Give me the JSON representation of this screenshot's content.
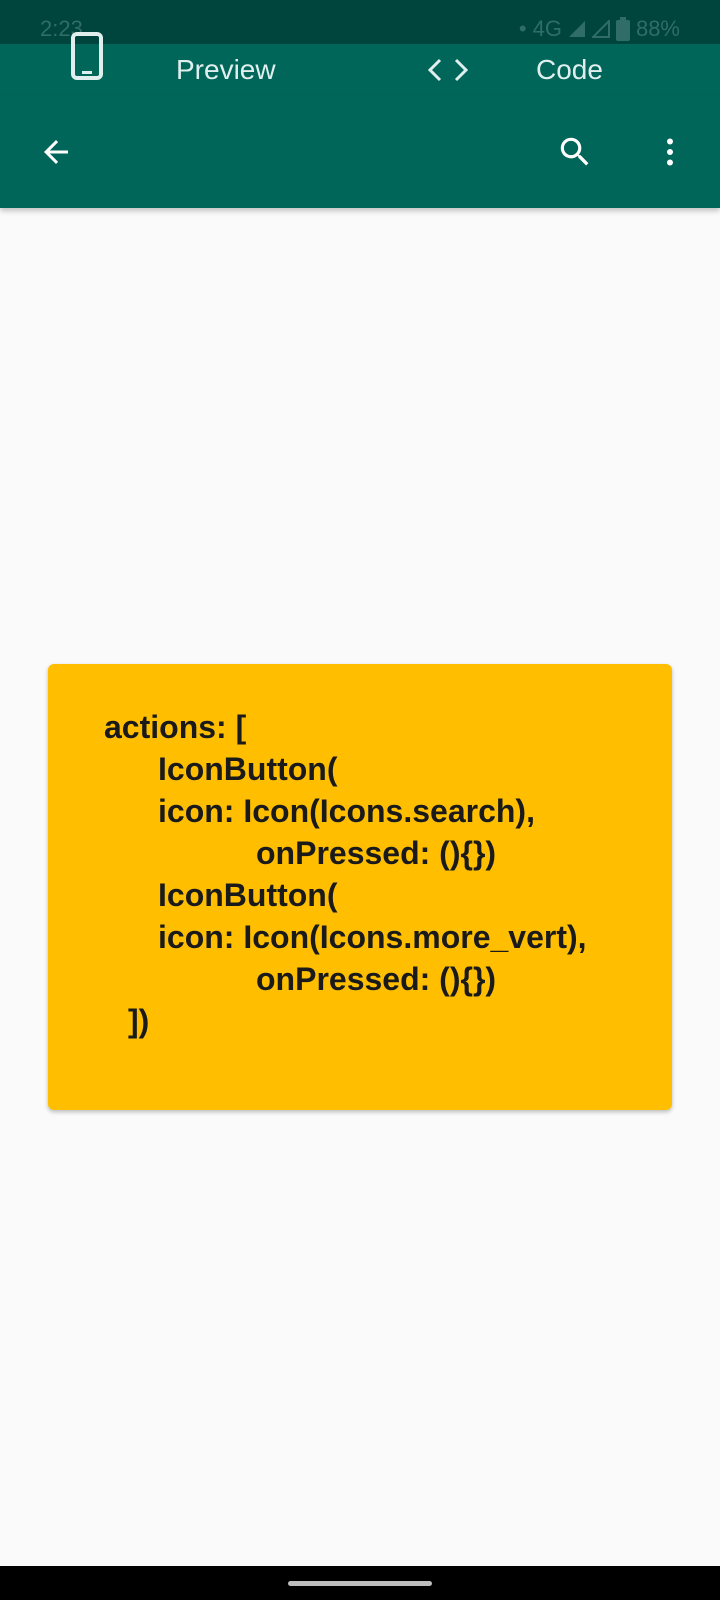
{
  "status_bar": {
    "time": "2:23",
    "network": "4G",
    "battery": "88%",
    "dot": "•"
  },
  "tabs": [
    {
      "label": "Preview",
      "icon": "phone-icon"
    },
    {
      "label": "Code",
      "icon": "code-brackets-icon",
      "glyph": "<>"
    }
  ],
  "app_bar": {
    "back_icon": "arrow-back-icon",
    "search_icon": "search-icon",
    "more_icon": "more-vert-icon"
  },
  "code_card": {
    "color": "#ffbf00",
    "lines": [
      "actions: [",
      "IconButton(",
      "icon: Icon(Icons.search),",
      "onPressed: (){})",
      "IconButton(",
      "icon: Icon(Icons.more_vert),",
      "onPressed: (){})",
      "])"
    ]
  },
  "colors": {
    "status_bar": "#00453d",
    "app_bar": "#006659",
    "background": "#fafafa"
  }
}
